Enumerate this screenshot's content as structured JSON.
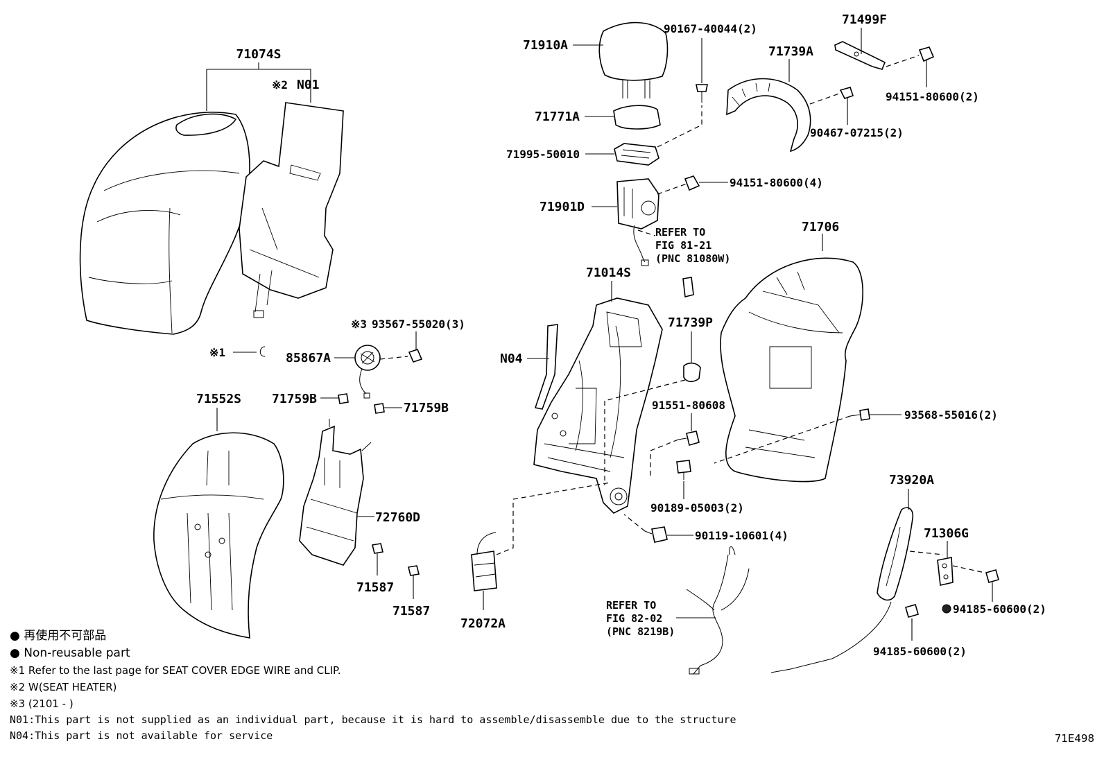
{
  "parts": {
    "p71074S": "71074S",
    "pN01": "N01",
    "pN01_mark": "※2",
    "p71910A": "71910A",
    "p90167": "90167-40044(2)",
    "p71499F": "71499F",
    "p71739A": "71739A",
    "p94151_2": "94151-80600(2)",
    "p71771A": "71771A",
    "p90467": "90467-07215(2)",
    "p71995": "71995-50010",
    "p94151_4": "94151-80600(4)",
    "p71901D": "71901D",
    "p71706": "71706",
    "p71014S": "71014S",
    "p93567": "93567-55020(3)",
    "p93567_mark": "※3",
    "p85867A": "85867A",
    "pN04": "N04",
    "p71739P": "71739P",
    "pMark1": "※1",
    "p71552S": "71552S",
    "p71759B_a": "71759B",
    "p71759B_b": "71759B",
    "p91551": "91551-80608",
    "p93568": "93568-55016(2)",
    "p72760D": "72760D",
    "p90189": "90189-05003(2)",
    "p73920A": "73920A",
    "p90119": "90119-10601(4)",
    "p71306G": "71306G",
    "p71587_a": "71587",
    "p71587_b": "71587",
    "p72072A": "72072A",
    "p94185_a": "94185-60600(2)",
    "p94185_b": "94185-60600(2)"
  },
  "refs": {
    "ref1_l1": "REFER TO",
    "ref1_l2": "FIG 81-21",
    "ref1_l3": "(PNC 81080W)",
    "ref2_l1": "REFER TO",
    "ref2_l2": "FIG 82-02",
    "ref2_l3": "(PNC 8219B)"
  },
  "legend": {
    "jp": "● 再使用不可部品",
    "en": "● Non-reusable part",
    "note1": "※1  Refer to the last page for SEAT COVER EDGE WIRE and CLIP.",
    "note2": "※2  W(SEAT HEATER)",
    "note3": "※3  (2101 -     )",
    "n01": "N01:This part is not supplied as an individual part, because it is hard to assemble/disassemble due to the structure",
    "n04": "N04:This part is not available for service"
  },
  "figure_code": "71E498"
}
